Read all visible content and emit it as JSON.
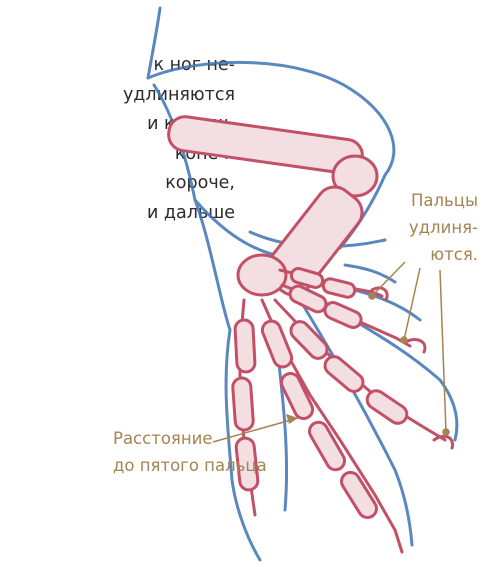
{
  "colors": {
    "accent": "#a48451",
    "skin_outline": "#3e74b3",
    "bone": "#c25066",
    "bone_fill": "#f3dfe2",
    "background": "#ffffff"
  },
  "body_text": {
    "lines": [
      "к ног не-",
      "удлиняются",
      "и к внеш-",
      "конеч-",
      "короче,",
      "и дальше"
    ]
  },
  "annotations": {
    "fingers": {
      "lines": [
        "Пальцы",
        "удлиня-",
        "ются."
      ]
    },
    "distance": {
      "lines": [
        "Расстояние",
        "до пятого пальца"
      ]
    }
  }
}
